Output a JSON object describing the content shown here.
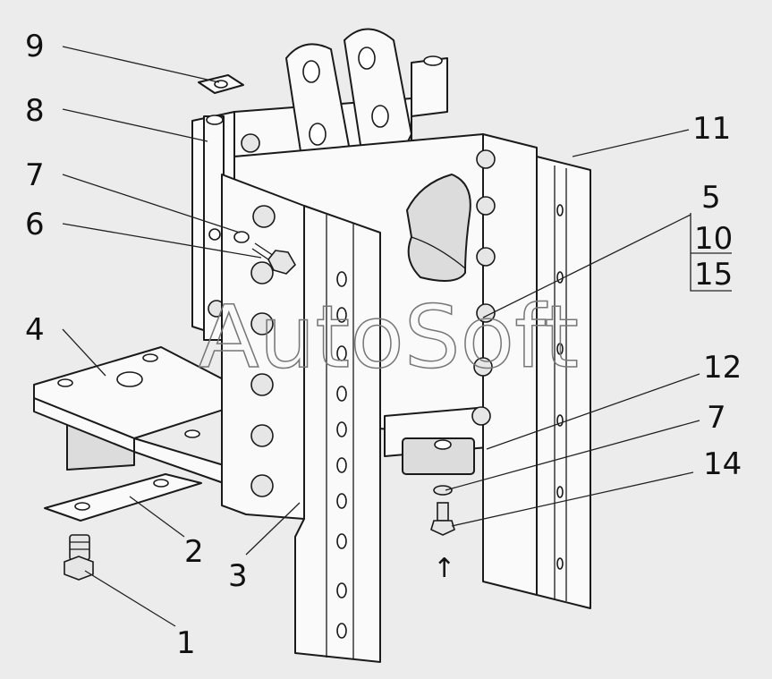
{
  "diagram": {
    "callouts": [
      {
        "id": "c9",
        "label": "9"
      },
      {
        "id": "c8",
        "label": "8"
      },
      {
        "id": "c7a",
        "label": "7"
      },
      {
        "id": "c6",
        "label": "6"
      },
      {
        "id": "c4",
        "label": "4"
      },
      {
        "id": "c11",
        "label": "11"
      },
      {
        "id": "c5",
        "label": "5"
      },
      {
        "id": "c10",
        "label": "10"
      },
      {
        "id": "c15",
        "label": "15"
      },
      {
        "id": "c12",
        "label": "12"
      },
      {
        "id": "c7b",
        "label": "7"
      },
      {
        "id": "c14",
        "label": "14"
      },
      {
        "id": "c2",
        "label": "2"
      },
      {
        "id": "c3",
        "label": "3"
      },
      {
        "id": "c1",
        "label": "1"
      }
    ],
    "watermark": "AutoSoft",
    "arrow_glyph": "↑"
  }
}
